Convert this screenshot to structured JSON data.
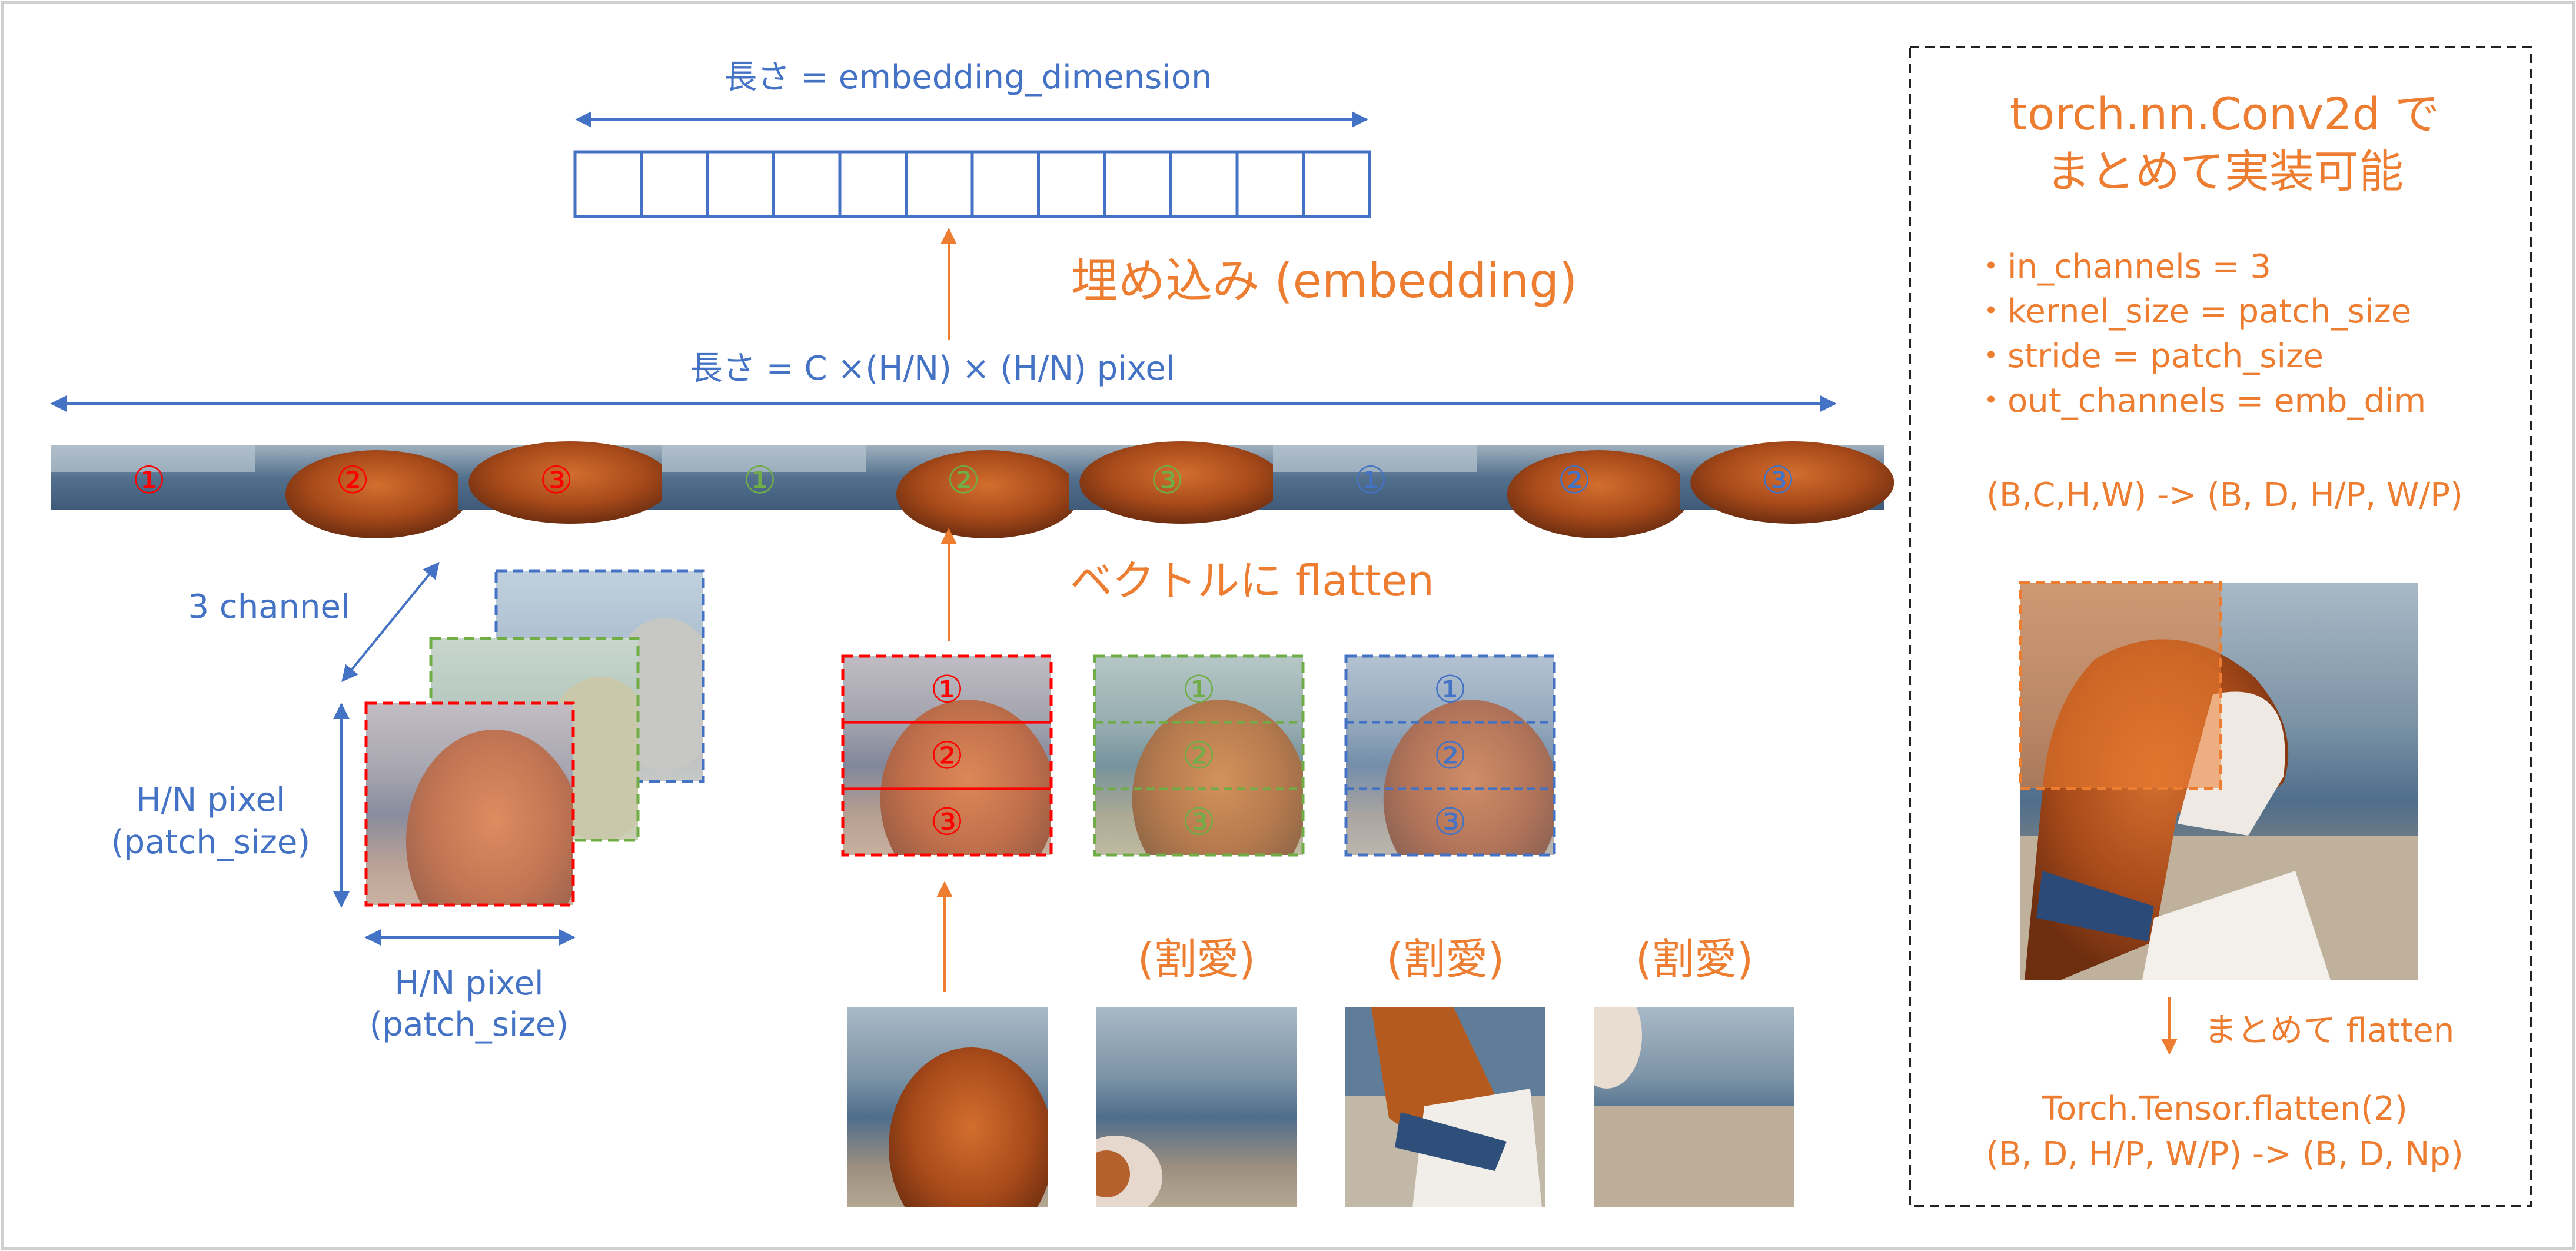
{
  "colors": {
    "blue": "#4472C4",
    "orange": "#ED7D31",
    "red": "#FF0000",
    "green": "#70AD47",
    "frame": "#D0D0D0",
    "dashed_box": "#222222"
  },
  "top": {
    "length_label": "長さ = embedding_dimension",
    "embedding_label": "埋め込み (embedding)",
    "flat_length_label": "長さ = C ×(H/N) × (H/N) pixel"
  },
  "strip": {
    "segments": [
      {
        "label": "①",
        "channel": "red"
      },
      {
        "label": "②",
        "channel": "red"
      },
      {
        "label": "③",
        "channel": "red"
      },
      {
        "label": "①",
        "channel": "green"
      },
      {
        "label": "②",
        "channel": "green"
      },
      {
        "label": "③",
        "channel": "green"
      },
      {
        "label": "①",
        "channel": "blue"
      },
      {
        "label": "②",
        "channel": "blue"
      },
      {
        "label": "③",
        "channel": "blue"
      }
    ]
  },
  "flatten_label": "ベクトルに flatten",
  "channels": {
    "channel_label": "3 channel",
    "height_label_1": "H/N pixel",
    "height_label_2": "(patch_size)",
    "width_label_1": "H/N pixel",
    "width_label_2": "(patch_size)"
  },
  "patch_rows": {
    "red": [
      "①",
      "②",
      "③"
    ],
    "green": [
      "①",
      "②",
      "③"
    ],
    "blue": [
      "①",
      "②",
      "③"
    ]
  },
  "omitted_label": "(割愛)",
  "side": {
    "title_1": "torch.nn.Conv2d で",
    "title_2": "まとめて実装可能",
    "bullets": [
      "・in_channels = 3",
      "・kernel_size = patch_size",
      "・stride = patch_size",
      "・out_channels = emb_dim"
    ],
    "shape_1": "(B,C,H,W) -> (B, D, H/P, W/P)",
    "flatten_label": "まとめて flatten",
    "code": "Torch.Tensor.flatten(2)",
    "shape_2": "(B, D, H/P, W/P) -> (B, D, Np)"
  }
}
